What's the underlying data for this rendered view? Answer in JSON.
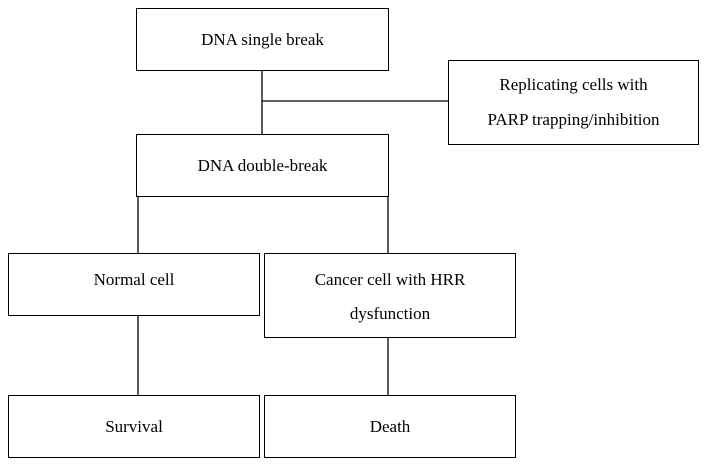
{
  "nodes": {
    "single_break": {
      "lines": [
        "DNA single break"
      ]
    },
    "parp": {
      "lines": [
        "Replicating cells with",
        "PARP trapping/inhibition"
      ]
    },
    "double_break": {
      "lines": [
        "DNA double-break"
      ]
    },
    "normal_cell": {
      "lines": [
        "Normal cell"
      ]
    },
    "cancer_cell": {
      "lines": [
        "Cancer cell with HRR",
        "dysfunction"
      ]
    },
    "survival": {
      "lines": [
        "Survival"
      ]
    },
    "death": {
      "lines": [
        "Death"
      ]
    }
  }
}
